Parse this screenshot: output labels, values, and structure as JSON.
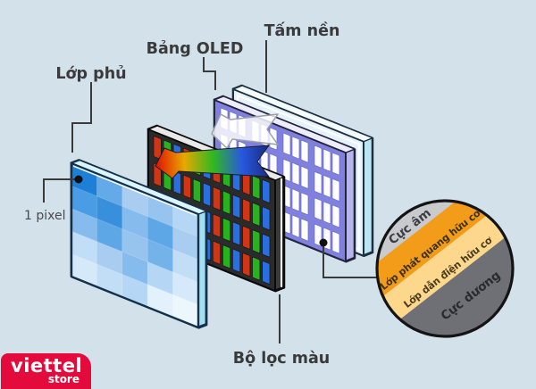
{
  "colors": {
    "background": "#d2e1ea",
    "leader_line": "#3a3a3a",
    "dot": "#101010"
  },
  "labels": {
    "cover": "Lớp phủ",
    "oled": "Bảng OLED",
    "substrate": "Tấm nền",
    "color_filter": "Bộ lọc màu",
    "one_pixel": "1 pixel"
  },
  "panels": {
    "cover": {
      "label": "Lớp phủ",
      "face": "#7db8ec",
      "edge_top": "#d9f4fa",
      "edge_side": "#a2dff0",
      "outline": "#14304a"
    },
    "color_filter": {
      "label": "Bộ lọc màu",
      "face": "#2b2b2b",
      "edge_top": "#e9e9e9",
      "edge_side": "#3a3a3a",
      "outline": "#0a0a0a",
      "bar_palette": [
        "#d23514",
        "#28b31e",
        "#2a6fe0"
      ]
    },
    "oled": {
      "label": "Bảng OLED",
      "face": "#8080de",
      "edge_top": "#ececfa",
      "edge_side": "#b6b6ec",
      "outline": "#23233f",
      "bar_color": "#fdfdff"
    },
    "substrate": {
      "label": "Tấm nền",
      "face": "#e6f2fa",
      "edge_top": "#f4fcff",
      "edge_side": "#b9e6f2",
      "outline": "#1c3040"
    }
  },
  "pixel_grid": [
    [
      "#1e7fd6",
      "#64a9e8",
      "#a8cdf1",
      "#97c4ef",
      "#b5d7f5"
    ],
    [
      "#4a9ce4",
      "#3890dd",
      "#85bbed",
      "#5ea7e6",
      "#a8cdf1"
    ],
    [
      "#85bbed",
      "#5ea7e6",
      "#97c4ef",
      "#74b2ea",
      "#c2def7"
    ],
    [
      "#c2def7",
      "#a8cdf1",
      "#85bbed",
      "#b5d7f5",
      "#d5e9fa"
    ],
    [
      "#d5e9fa",
      "#c2def7",
      "#b5d7f5",
      "#e2f1fc",
      "#ecf6fd"
    ]
  ],
  "arrows": {
    "white_fill": "rgba(255,255,255,0.82)",
    "white_outline": "#9aa0a8",
    "rainbow": [
      "#e01000",
      "#e8a800",
      "#30b820",
      "#2858e0",
      "#182878"
    ],
    "rainbow_outline": "#1a1a2e"
  },
  "inset": {
    "outline": "#141414",
    "layers": [
      {
        "name": "cathode",
        "label": "Cực âm",
        "color": "#c9cacd",
        "text_color": "#3c3c42"
      },
      {
        "name": "organic-emissive-layer",
        "label": "Lớp phát quang hữu cơ",
        "color": "#f39c1a",
        "text_color": "#3d3014"
      },
      {
        "name": "organic-conductive-layer",
        "label": "Lớp dẫn điện hữu cơ",
        "color": "#fdd88c",
        "text_color": "#4a3c1e"
      },
      {
        "name": "anode",
        "label": "Cực dương",
        "color": "#6f7075",
        "text_color": "#2b2b2e"
      }
    ]
  },
  "logo": {
    "brand": "viettel",
    "sub": "store",
    "bg_color": "#e50a3c"
  }
}
